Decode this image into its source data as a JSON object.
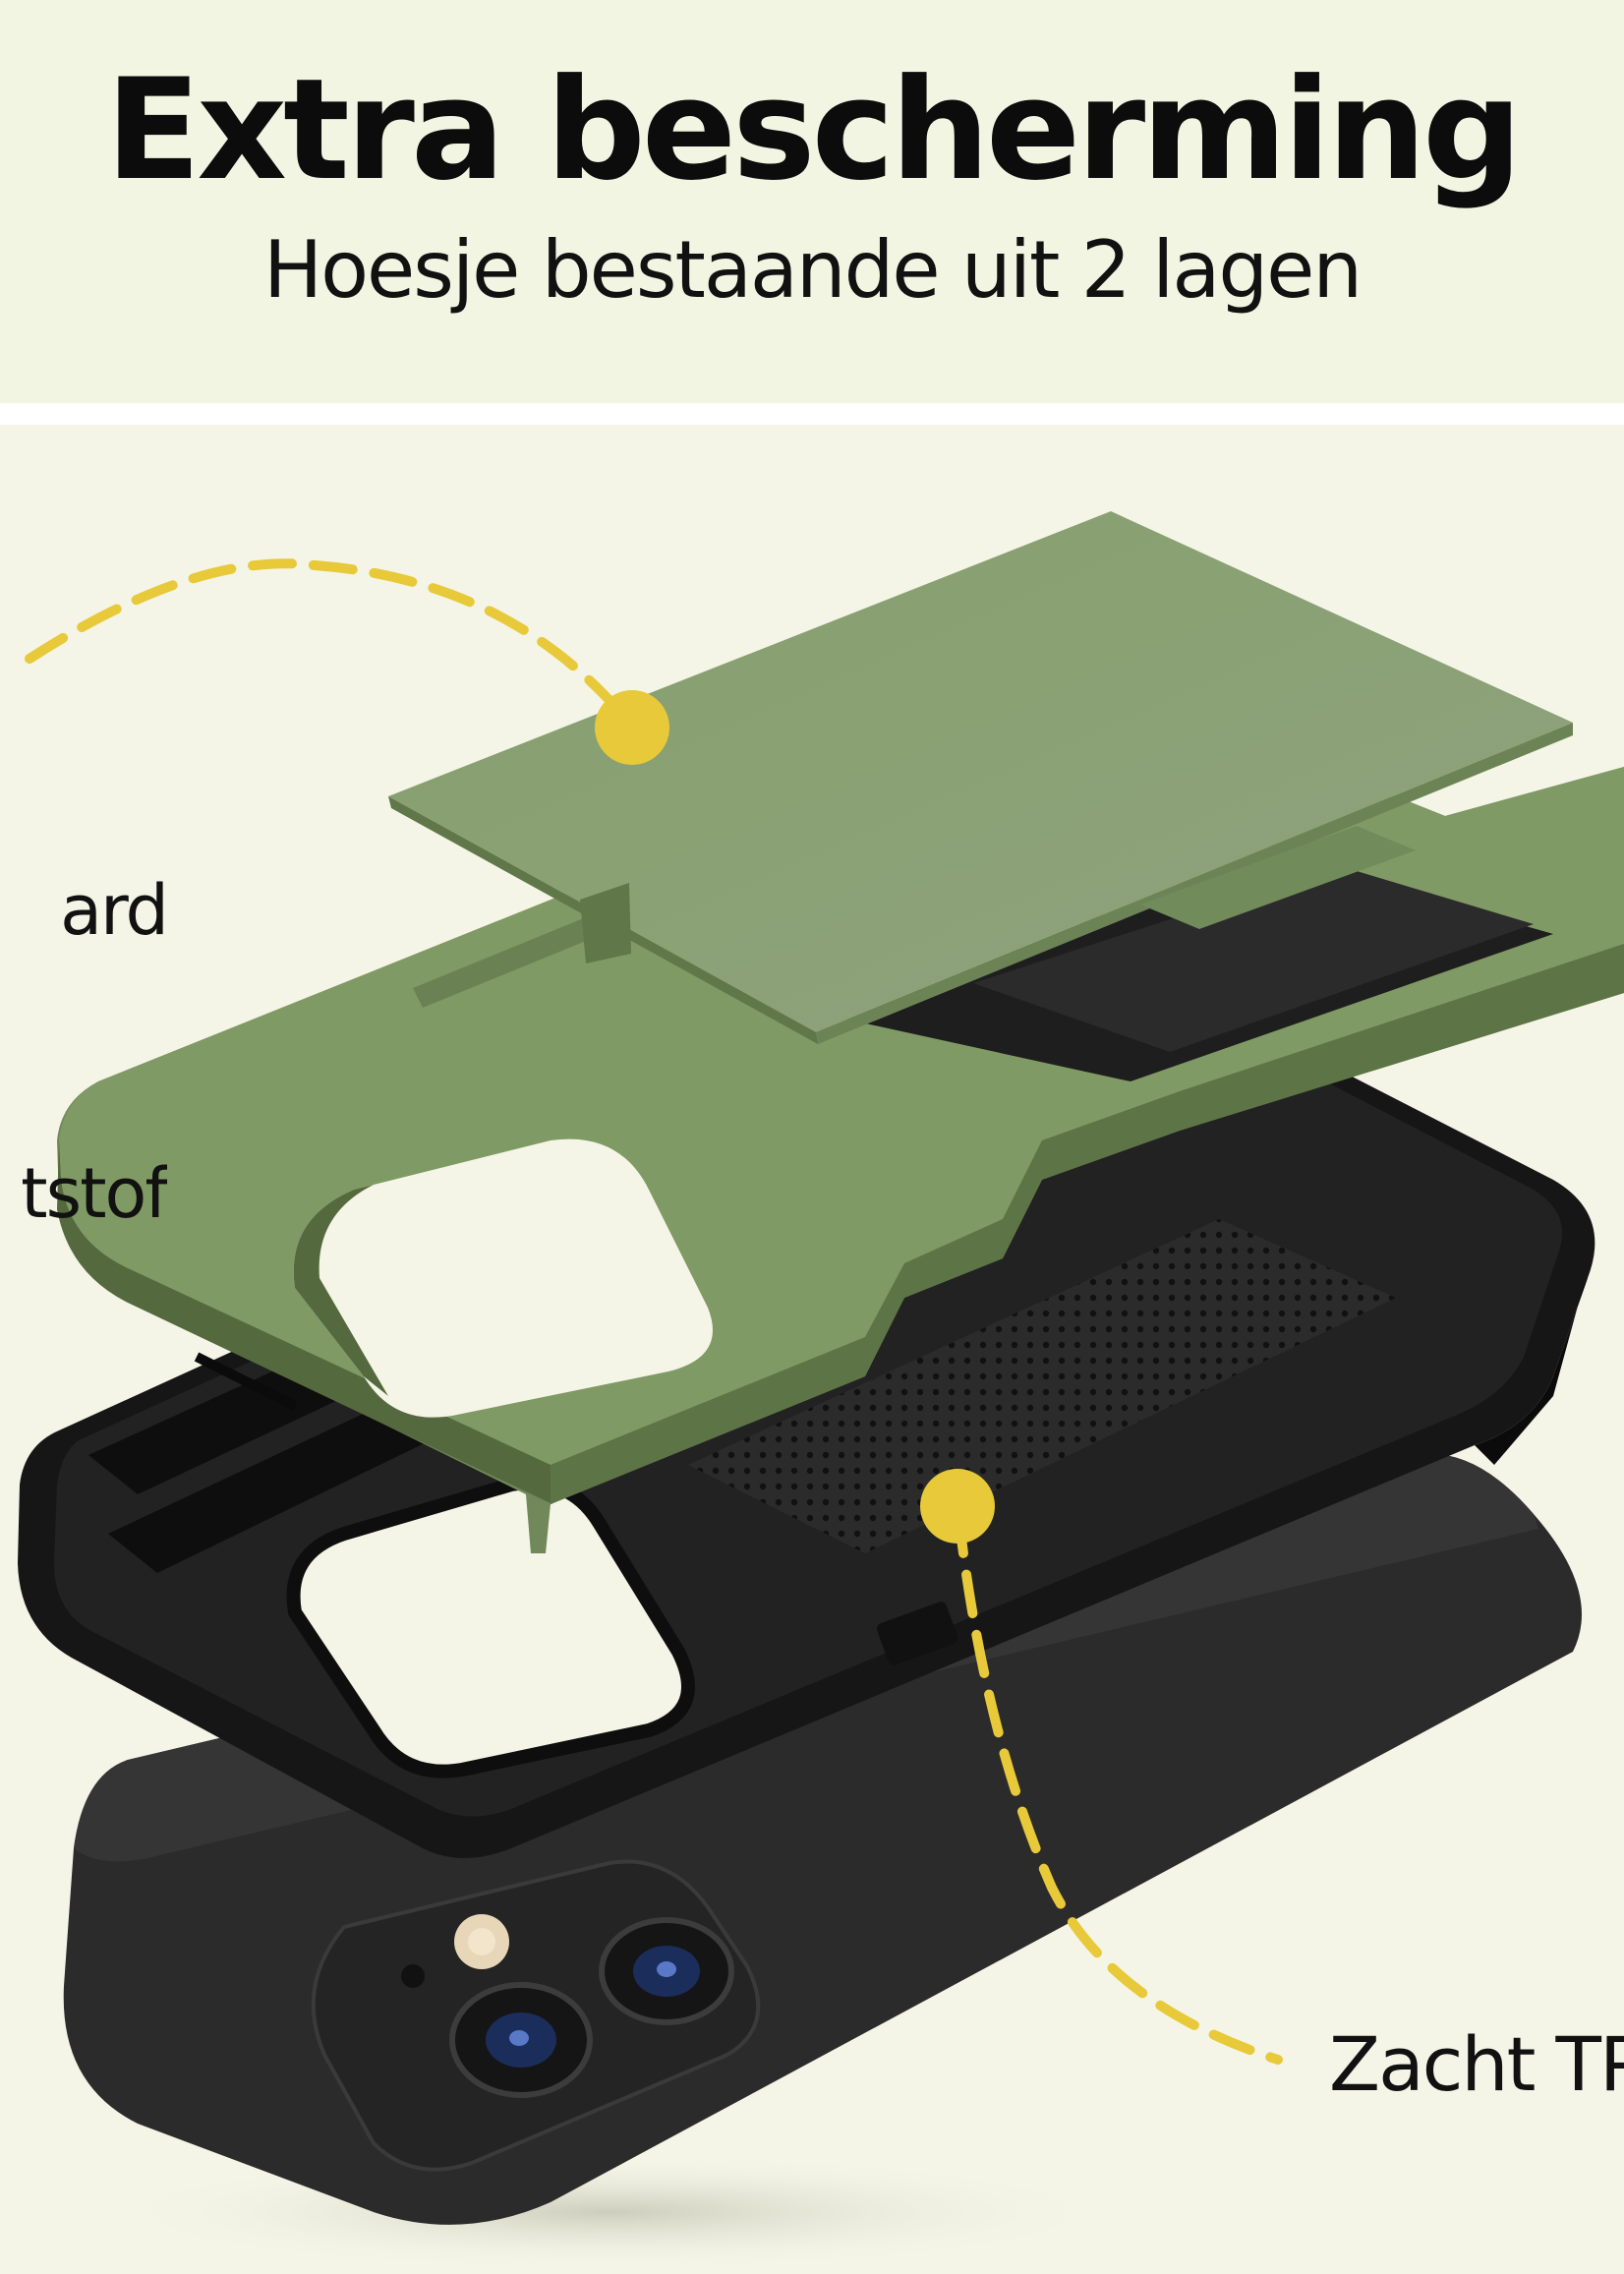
{
  "header": {
    "title": "Extra bescherming",
    "subtitle": "Hoesje bestaande uit 2 lagen"
  },
  "callouts": {
    "hard_layer": {
      "line1": "ard",
      "line2": "tstof"
    },
    "soft_layer": {
      "text": "Zacht TP"
    }
  },
  "colors": {
    "background": "#f4f5e6",
    "accent_dot": "#e7c93a",
    "hard_shell": "#7b9562",
    "soft_case": "#1a1a1a",
    "phone": "#2a2a2a",
    "text": "#111111"
  }
}
